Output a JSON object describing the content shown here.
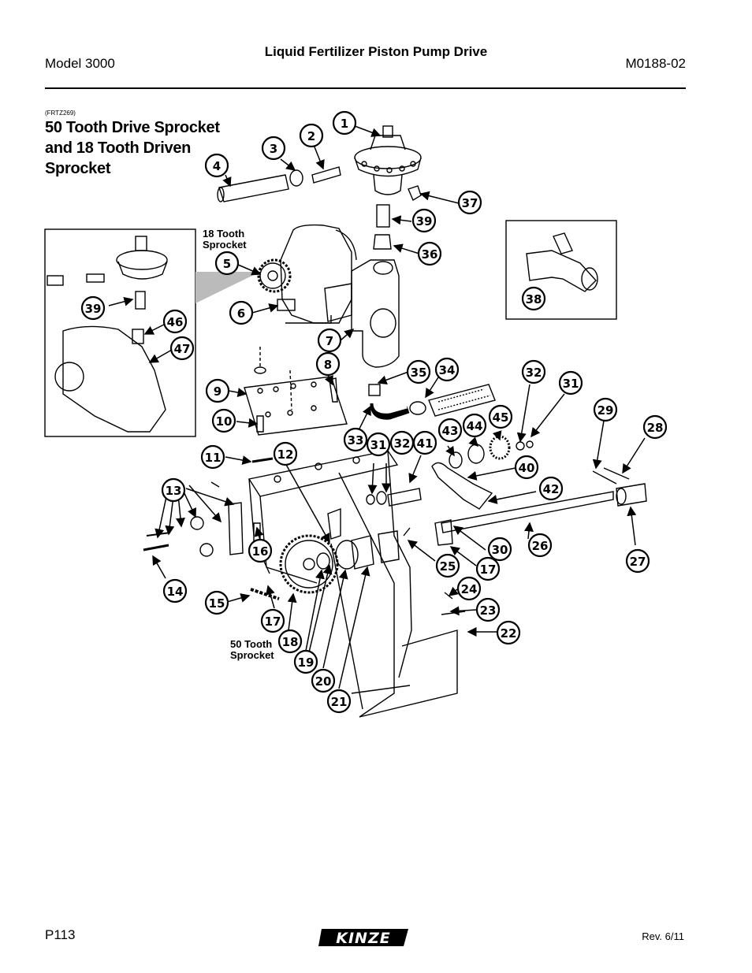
{
  "header": {
    "model": "Model 3000",
    "title": "Liquid Fertilizer Piston Pump Drive",
    "doc_number": "M0188-02"
  },
  "figure": {
    "code": "(FRTZ269)",
    "title": "50 Tooth Drive Sprocket and 18 Tooth Driven Sprocket",
    "labels": {
      "sprocket_18": [
        "18 Tooth",
        "Sprocket"
      ],
      "sprocket_50": [
        "50 Tooth",
        "Sprocket"
      ]
    },
    "callouts": [
      "1",
      "2",
      "3",
      "4",
      "5",
      "6",
      "7",
      "8",
      "9",
      "10",
      "11",
      "12",
      "13",
      "14",
      "15",
      "16",
      "17",
      "17",
      "18",
      "19",
      "20",
      "21",
      "22",
      "23",
      "24",
      "25",
      "26",
      "27",
      "28",
      "29",
      "30",
      "31",
      "31",
      "32",
      "32",
      "33",
      "34",
      "35",
      "36",
      "37",
      "38",
      "39",
      "39",
      "40",
      "41",
      "42",
      "43",
      "44",
      "45",
      "46",
      "47"
    ]
  },
  "footer": {
    "page": "P113",
    "logo_text": "KINZE",
    "revision": "Rev. 6/11"
  }
}
